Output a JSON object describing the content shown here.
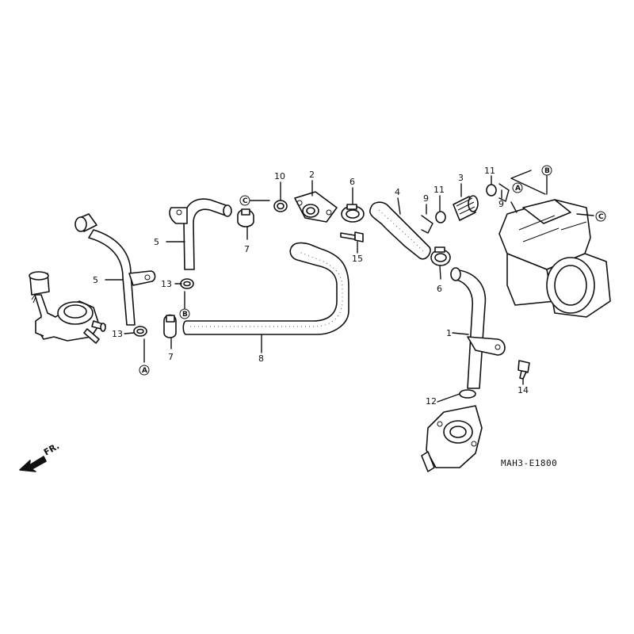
{
  "diagram_code": "MAH3-E1800",
  "direction_label": "FR.",
  "callouts": [
    "1",
    "2",
    "3",
    "4",
    "5",
    "6",
    "7",
    "8",
    "9",
    "10",
    "11",
    "12",
    "13",
    "14",
    "15"
  ],
  "markers": [
    "A",
    "B",
    "C"
  ]
}
